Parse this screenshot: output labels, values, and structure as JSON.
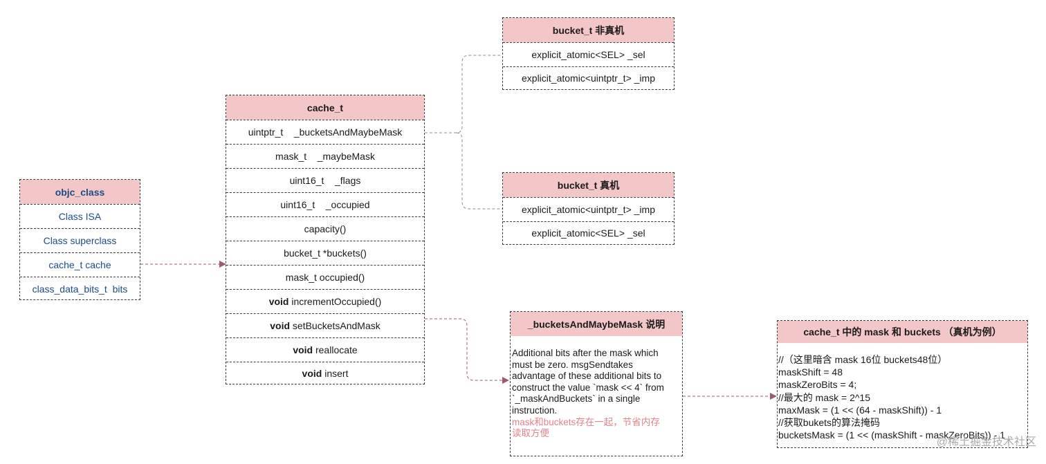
{
  "objc_class": {
    "title": "objc_class",
    "rows": [
      "Class ISA",
      "Class superclass",
      "cache_t cache",
      "class_data_bits_t  bits"
    ]
  },
  "cache_t": {
    "title": "cache_t",
    "rows": [
      {
        "kw": "",
        "text": "uintptr_t    _bucketsAndMaybeMask"
      },
      {
        "kw": "",
        "text": "mask_t    _maybeMask"
      },
      {
        "kw": "",
        "text": "uint16_t    _flags"
      },
      {
        "kw": "",
        "text": "uint16_t    _occupied"
      },
      {
        "kw": "",
        "text": "capacity()"
      },
      {
        "kw": "",
        "text": "bucket_t *buckets()"
      },
      {
        "kw": "",
        "text": "mask_t occupied()"
      },
      {
        "kw": "void",
        "text": " incrementOccupied()"
      },
      {
        "kw": "void",
        "text": " setBucketsAndMask"
      },
      {
        "kw": "void",
        "text": " reallocate"
      },
      {
        "kw": "void",
        "text": " insert"
      }
    ]
  },
  "bucket_sim": {
    "title": "bucket_t 非真机",
    "rows": [
      "explicit_atomic<SEL> _sel",
      "explicit_atomic<uintptr_t> _imp"
    ]
  },
  "bucket_real": {
    "title": "bucket_t 真机",
    "rows": [
      "explicit_atomic<uintptr_t> _imp",
      "explicit_atomic<SEL> _sel"
    ]
  },
  "note_box": {
    "title": "_bucketsAndMaybeMask 说明",
    "lines": [
      "Additional bits after the mask which",
      "must be zero. msgSendtakes",
      "advantage of these additional bits to",
      "construct the value `mask << 4` from",
      "`_maskAndBuckets` in a single",
      "instruction."
    ],
    "highlight_lines": [
      "mask和buckets存在一起，节省内存",
      "读取方便"
    ]
  },
  "mask_box": {
    "title": "cache_t 中的 mask 和 buckets （真机为例）",
    "lines": [
      "//（这里暗含 mask 16位 buckets48位）",
      "maskShift = 48",
      "maskZeroBits = 4;",
      "//最大的 mask = 2^15",
      "maxMask = (1 << (64 - maskShift)) - 1",
      "//获取bukets的算法掩码",
      "bucketsMask = (1 << (maskShift - maskZeroBits)) - 1"
    ]
  },
  "watermark": "@稀土掘金技术社区",
  "colors": {
    "header_fill": "#f3c7c7",
    "arrow": "#9c5a6a",
    "class_text": "#1c4b8a",
    "highlight_text": "#e0838a"
  }
}
